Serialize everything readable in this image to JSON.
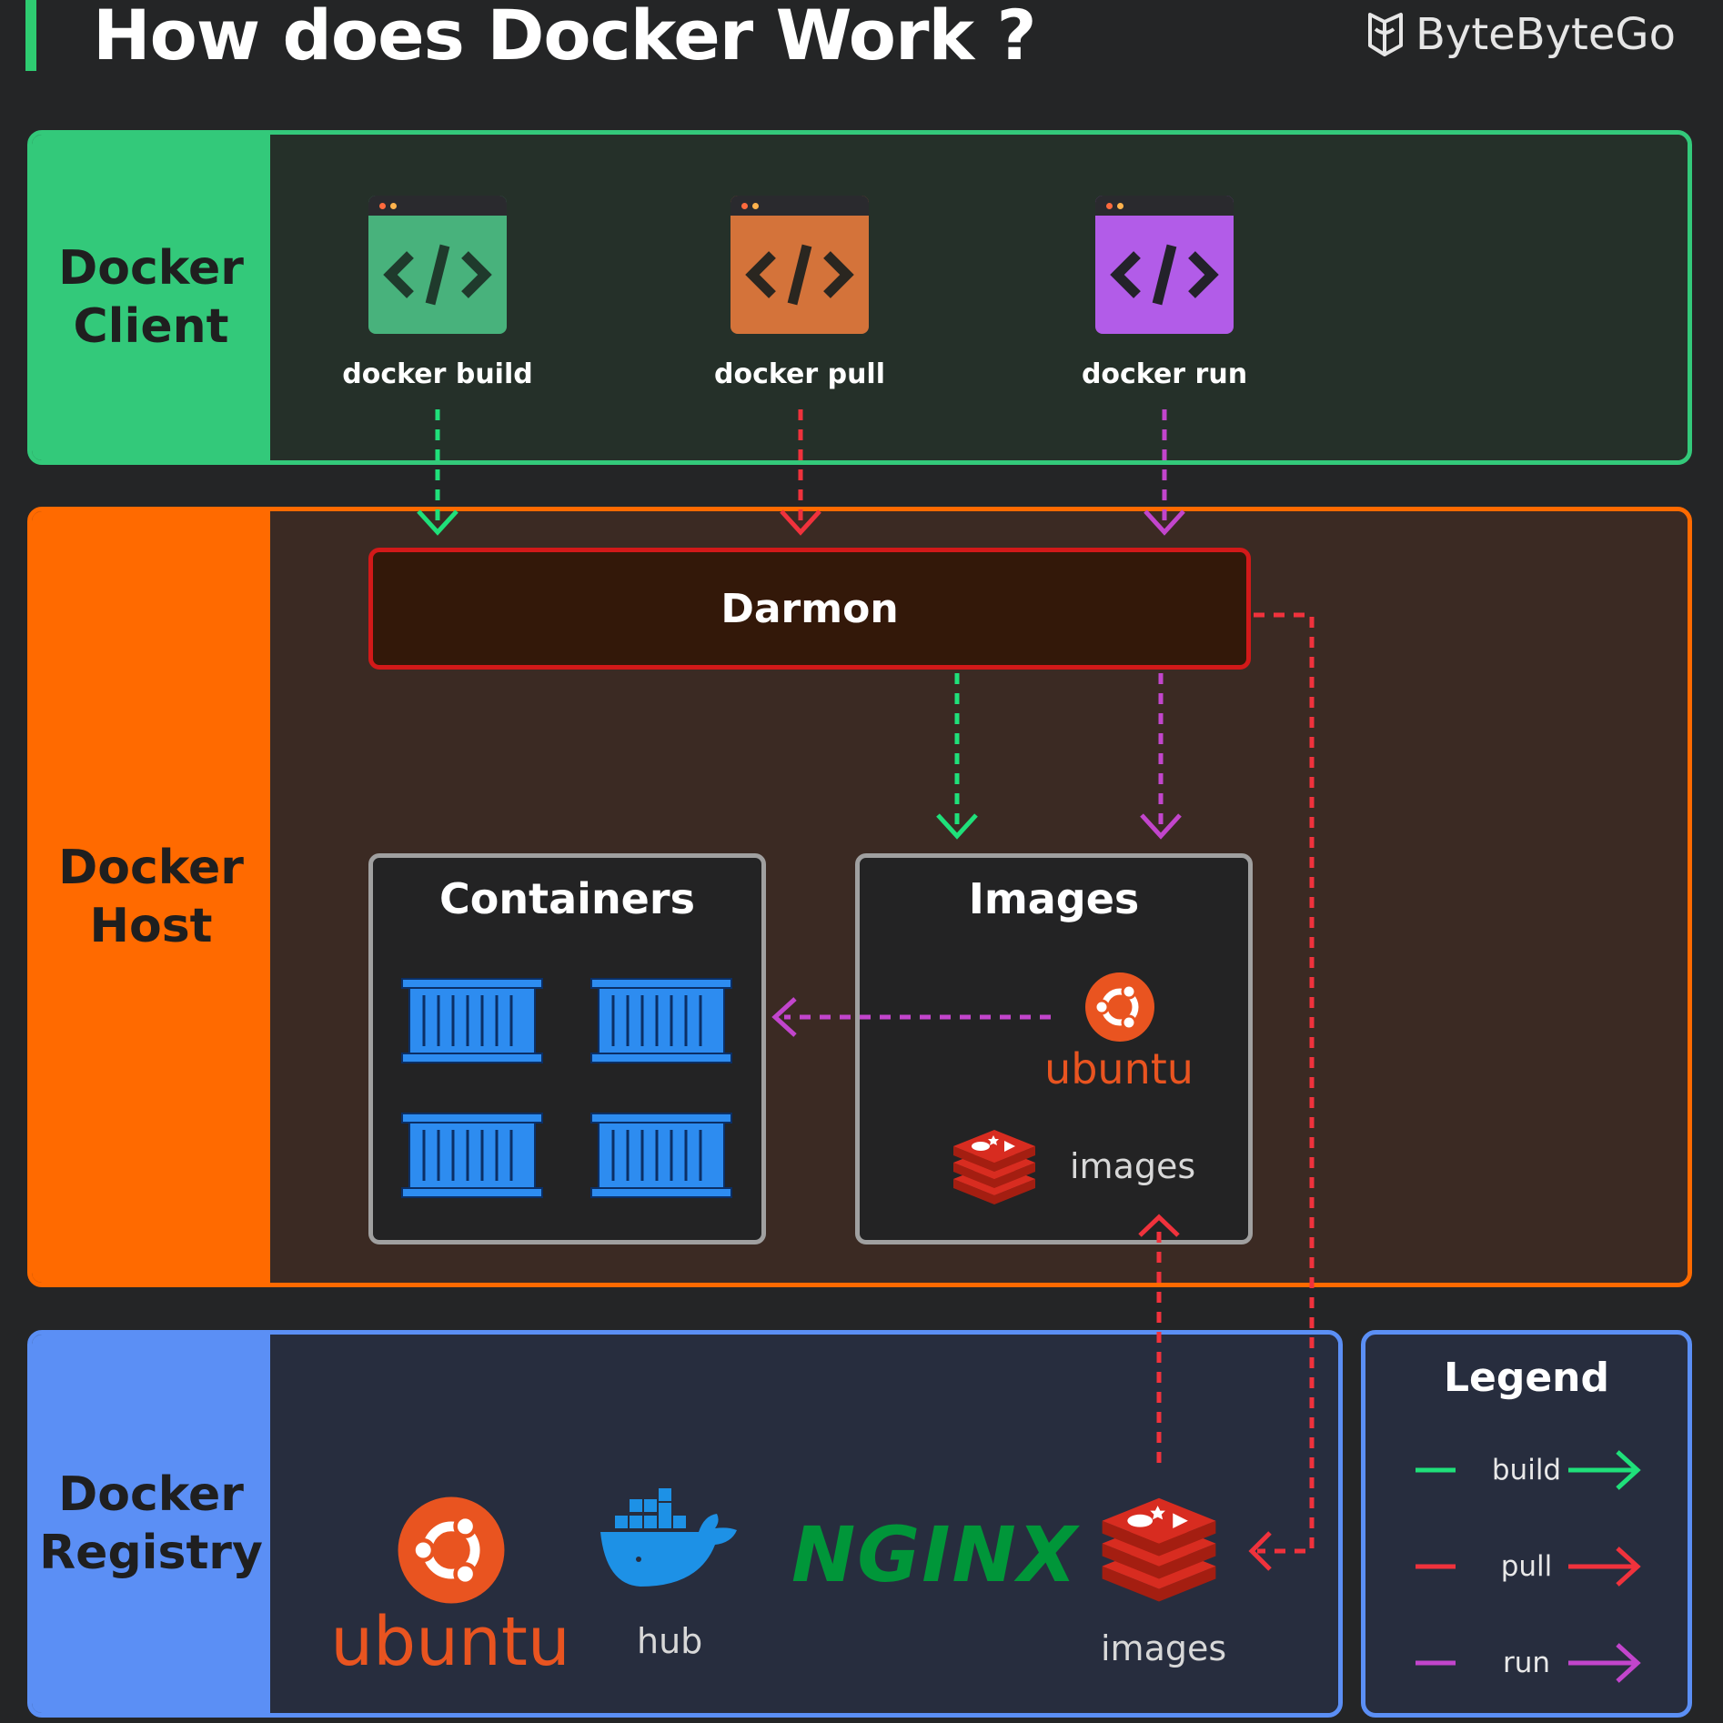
{
  "header": {
    "title": "How does Docker Work ?",
    "brand": "ByteByteGo"
  },
  "client": {
    "label": "Docker Client",
    "commands": [
      {
        "label": "docker build",
        "color": "#48b27c",
        "relation": "build"
      },
      {
        "label": "docker pull",
        "color": "#d4733a",
        "relation": "pull"
      },
      {
        "label": "docker run",
        "color": "#b25ce8",
        "relation": "run"
      }
    ]
  },
  "host": {
    "label": "Docker Host",
    "daemon": "Darmon",
    "containers": {
      "title": "Containers",
      "count": 4
    },
    "images": {
      "title": "Images",
      "ubuntu_wordmark": "ubuntu",
      "redis_caption": "images"
    }
  },
  "registry": {
    "label": "Docker Registry",
    "items": [
      {
        "icon": "ubuntu-logo-icon",
        "caption": "ubuntu"
      },
      {
        "icon": "docker-hub-whale-icon",
        "caption": "hub"
      },
      {
        "icon": "nginx-logo-icon",
        "caption": "NGINX"
      },
      {
        "icon": "redis-logo-icon",
        "caption": "images"
      }
    ]
  },
  "legend": {
    "title": "Legend",
    "entries": [
      {
        "label": "build",
        "color": "#1fe07a"
      },
      {
        "label": "pull",
        "color": "#f0323c"
      },
      {
        "label": "run",
        "color": "#c245cc"
      }
    ]
  },
  "colors": {
    "build": "#1fe07a",
    "pull": "#f0323c",
    "run": "#c245cc",
    "client": "#33c97a",
    "host": "#ff6a00",
    "registry": "#5b8ff5",
    "ubuntu": "#e95420",
    "redis": "#d82c20",
    "nginx": "#009639",
    "container": "#2d8cf0"
  }
}
